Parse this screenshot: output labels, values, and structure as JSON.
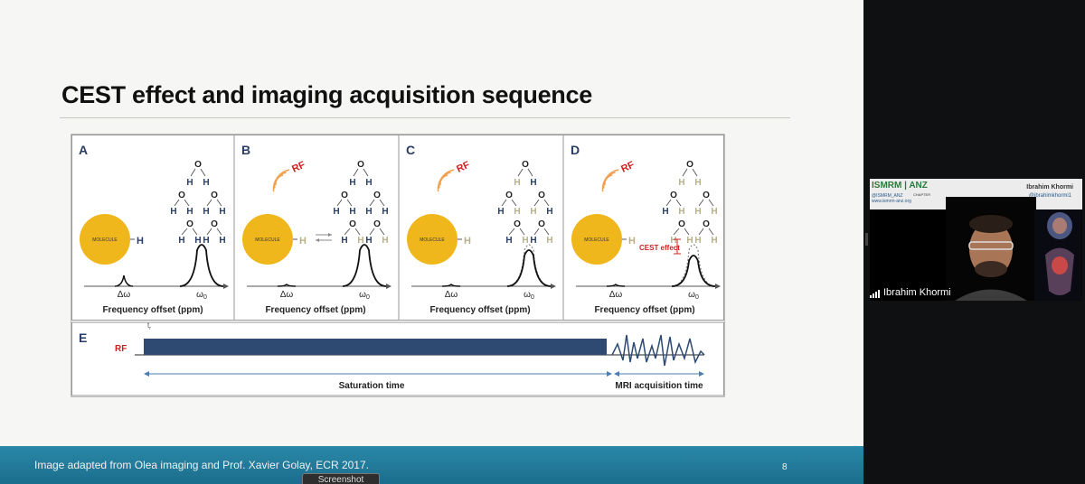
{
  "slide": {
    "title": "CEST effect and imaging acquisition sequence",
    "footer": "Image adapted from Olea imaging and  Prof. Xavier Golay, ECR 2017.",
    "page_number": "8",
    "tooltip": "Screenshot"
  },
  "figure": {
    "panels": [
      {
        "letter": "A",
        "rf": "",
        "molecule": "MOLECULE",
        "h_label": "H",
        "x_axis": "Frequency offset (ppm)",
        "dw": "Δω",
        "w0": "ω0"
      },
      {
        "letter": "B",
        "rf": "RF",
        "molecule": "MOLECULE",
        "h_label": "H",
        "x_axis": "Frequency offset (ppm)",
        "dw": "Δω",
        "w0": "ω0"
      },
      {
        "letter": "C",
        "rf": "RF",
        "molecule": "MOLECULE",
        "h_label": "H",
        "x_axis": "Frequency offset (ppm)",
        "dw": "Δω",
        "w0": "ω0"
      },
      {
        "letter": "D",
        "rf": "RF",
        "molecule": "MOLECULE",
        "h_label": "H",
        "x_axis": "Frequency offset (ppm)",
        "dw": "Δω",
        "w0": "ω0",
        "cest_label": "CEST effect"
      }
    ],
    "panel_e": {
      "letter": "E",
      "rf": "RF",
      "tick": "t",
      "tick_sub": "r",
      "saturation_label": "Saturation time",
      "mri_label": "MRI acquisition time"
    },
    "water": {
      "o": "O",
      "h": "H"
    }
  },
  "participant": {
    "name": "Ibrahim Khormi",
    "banner_logo": "ISMRM | ANZ",
    "banner_chapter": "CHAPTER",
    "banner_name": "Ibrahim Khormi",
    "banner_handle": "@ibrahimkhormi1",
    "banner_sub1": "@ISMRM_ANZ",
    "banner_sub2": "www.ismrm-anz.org"
  },
  "colors": {
    "molecule": "#f0b71c",
    "h_exchange": "#b8b08a",
    "h_normal": "#2a3e64",
    "rf_text": "#d11f1f",
    "rf_arc": "#f1a04f",
    "pulse": "#2e4a72",
    "arrow": "#4a7fb0",
    "cest": "#d11f1f"
  }
}
